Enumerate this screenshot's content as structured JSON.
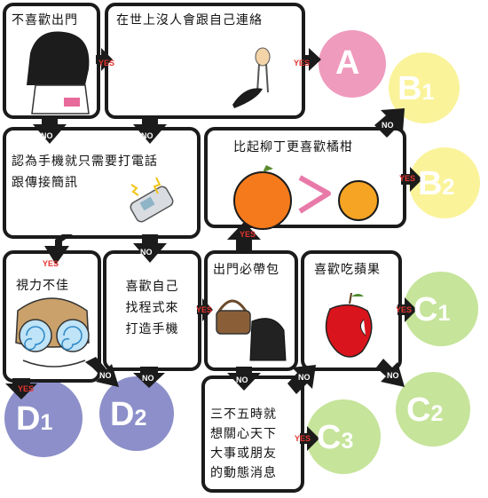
{
  "colors": {
    "box_border": "#1b1b1b",
    "arrow_fill": "#1b1b1b",
    "yes_text": "#e3342f",
    "no_text": "#ffffff",
    "pink": "#ef9bbd",
    "yellow": "#faf39a",
    "green": "#c6e49a",
    "purple": "#8c8fc9"
  },
  "questions": {
    "q1": "不喜歡出門",
    "q2": "在世上沒人會跟自己連絡",
    "q3_line1": "認為手機就只需要打電話",
    "q3_line2": "跟傳接簡訊",
    "q4": "比起柳丁更喜歡橘柑",
    "q5": "視力不佳",
    "q6_line1": "喜歡自己",
    "q6_line2": "找程式來",
    "q6_line3": "打造手機",
    "q7": "出門必帶包",
    "q8": "喜歡吃蘋果",
    "q9_line1": "三不五時就",
    "q9_line2": "想關心天下",
    "q9_line3": "大事或朋友",
    "q9_line4": "的動態消息"
  },
  "answers": {
    "yes": "YES",
    "no": "NO"
  },
  "outcomes": {
    "a": {
      "letter": "A",
      "color": "pink"
    },
    "b1": {
      "letter": "B",
      "num": "1",
      "color": "yellow"
    },
    "b2": {
      "letter": "B",
      "num": "2",
      "color": "yellow"
    },
    "c1": {
      "letter": "C",
      "num": "1",
      "color": "green"
    },
    "c2": {
      "letter": "C",
      "num": "2",
      "color": "green"
    },
    "c3": {
      "letter": "C",
      "num": "3",
      "color": "green"
    },
    "d1": {
      "letter": "D",
      "num": "1",
      "color": "purple"
    },
    "d2": {
      "letter": "D",
      "num": "2",
      "color": "purple"
    }
  },
  "illustrations": {
    "q1": "boy-hiding-face-illustration",
    "q2": "lonely-figure-illustration",
    "q3": "ringing-flip-phone-illustration",
    "q4": "orange-and-tangerine-illustration",
    "q5": "swirly-glasses-girl-illustration",
    "q7": "handbag-and-backpack-illustration",
    "q8": "bitten-apple-illustration"
  }
}
